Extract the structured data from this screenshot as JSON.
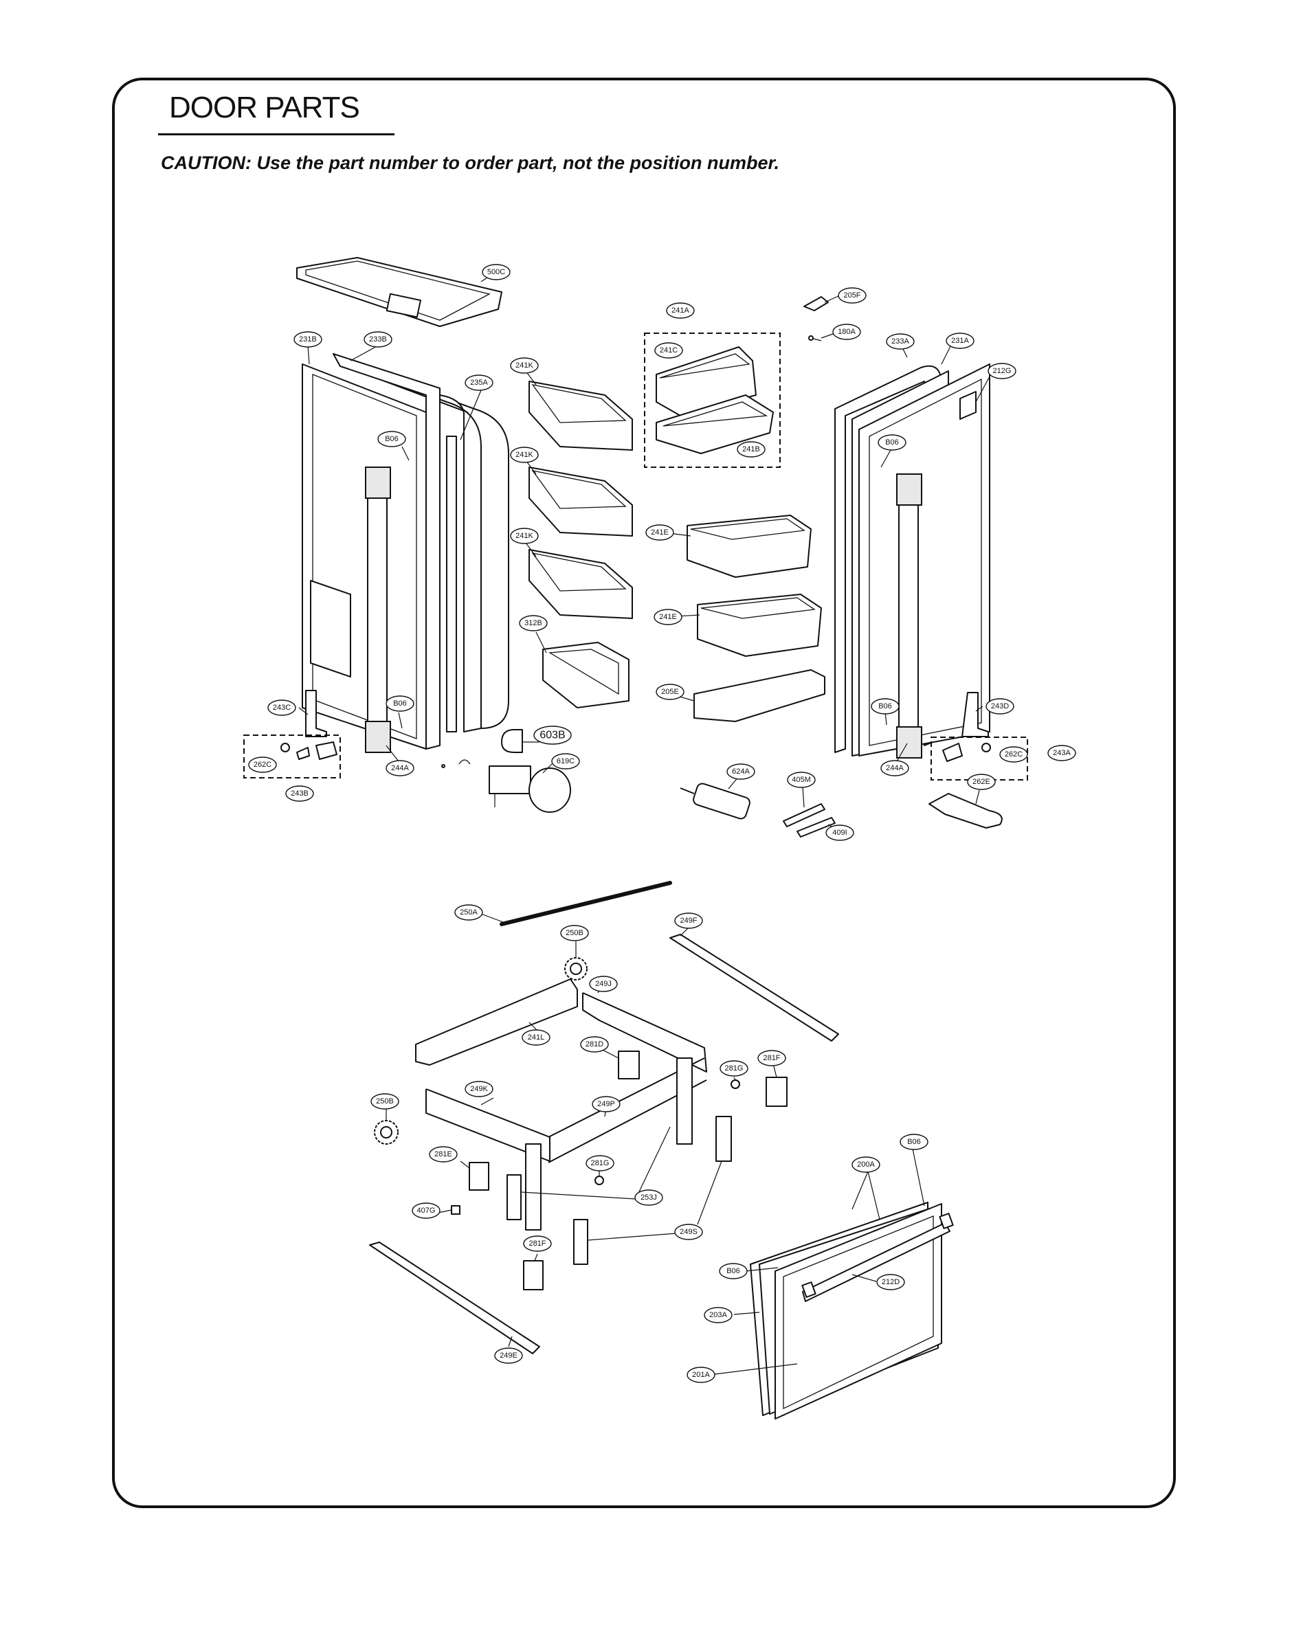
{
  "header": {
    "title": "DOOR PARTS",
    "caution": "CAUTION: Use the part number to order part, not the position number."
  },
  "labels": {
    "l500C": "500C",
    "l205F": "205F",
    "l241A": "241A",
    "l180A": "180A",
    "l231B": "231B",
    "l233B": "233B",
    "l241K_1": "241K",
    "l241C": "241C",
    "l233A": "233A",
    "l231A": "231A",
    "l212G": "212G",
    "l235A": "235A",
    "l B06_1": "B06",
    "lB06_1": "B06",
    "lB06_2": "B06",
    "lB06_3": "B06",
    "lB06_4": "B06",
    "lB06_5": "B06",
    "lB06_6": "B06",
    "l241B": "241B",
    "l241K_2": "241K",
    "l241K_3": "241K",
    "l241E_1": "241E",
    "l241E_2": "241E",
    "l312B": "312B",
    "l205E": "205E",
    "l243C": "243C",
    "l243D": "243D",
    "l603B": "603B",
    "l619C": "619C",
    "l262C_1": "262C",
    "l262C_2": "262C",
    "l243A": "243A",
    "l244A_1": "244A",
    "l244A_2": "244A",
    "l243B": "243B",
    "l624A": "624A",
    "l405M": "405M",
    "l262E": "262E",
    "l409I": "409I",
    "l250A": "250A",
    "l250B_1": "250B",
    "l249F": "249F",
    "l249J": "249J",
    "l241L": "241L",
    "l281D": "281D",
    "l281F_1": "281F",
    "l281G_1": "281G",
    "l250B_2": "250B",
    "l249K": "249K",
    "l249P": "249P",
    "l281E": "281E",
    "l281G_2": "281G",
    "l253J": "253J",
    "l407G": "407G",
    "l249S": "249S",
    "l281F_2": "281F",
    "l249E": "249E",
    "l200A": "200A",
    "l212D": "212D",
    "l203A": "203A",
    "l201A": "201A"
  }
}
